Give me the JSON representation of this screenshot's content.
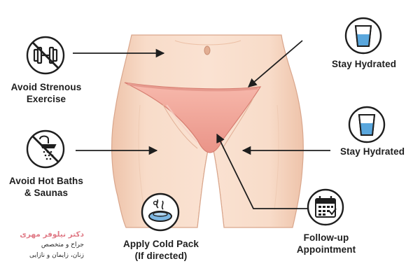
{
  "callouts": [
    {
      "id": "avoid-exercise",
      "icon": "no-dumbbell-icon",
      "lines": [
        "Avoid Strenous",
        "Exercise"
      ]
    },
    {
      "id": "avoid-baths",
      "icon": "no-shower-icon",
      "lines": [
        "Avoid Hot Baths",
        "& Saunas"
      ]
    },
    {
      "id": "cold-pack",
      "icon": "cold-pack-icon",
      "lines": [
        "Apply Cold Pack",
        "(If directed)"
      ]
    },
    {
      "id": "hydrate-1",
      "icon": "water-glass-icon",
      "lines": [
        "Stay Hydrated"
      ]
    },
    {
      "id": "hydrate-2",
      "icon": "water-glass-icon",
      "lines": [
        "Stay Hydrated"
      ]
    },
    {
      "id": "follow-up",
      "icon": "calendar-icon",
      "lines": [
        "Follow-up",
        "Appointment"
      ]
    }
  ],
  "watermark": {
    "name": "دکتر نیلوفر مهری",
    "line1": "جراح و متخصص",
    "line2": "زنان، زایمان و نازایی"
  },
  "colors": {
    "skin": "#f6d5c0",
    "skin_shadow": "#e9b89e",
    "underwear": "#f0a79c",
    "text": "#1e1e1e",
    "water": "#5aa7dd",
    "brand": "#e07a86"
  }
}
